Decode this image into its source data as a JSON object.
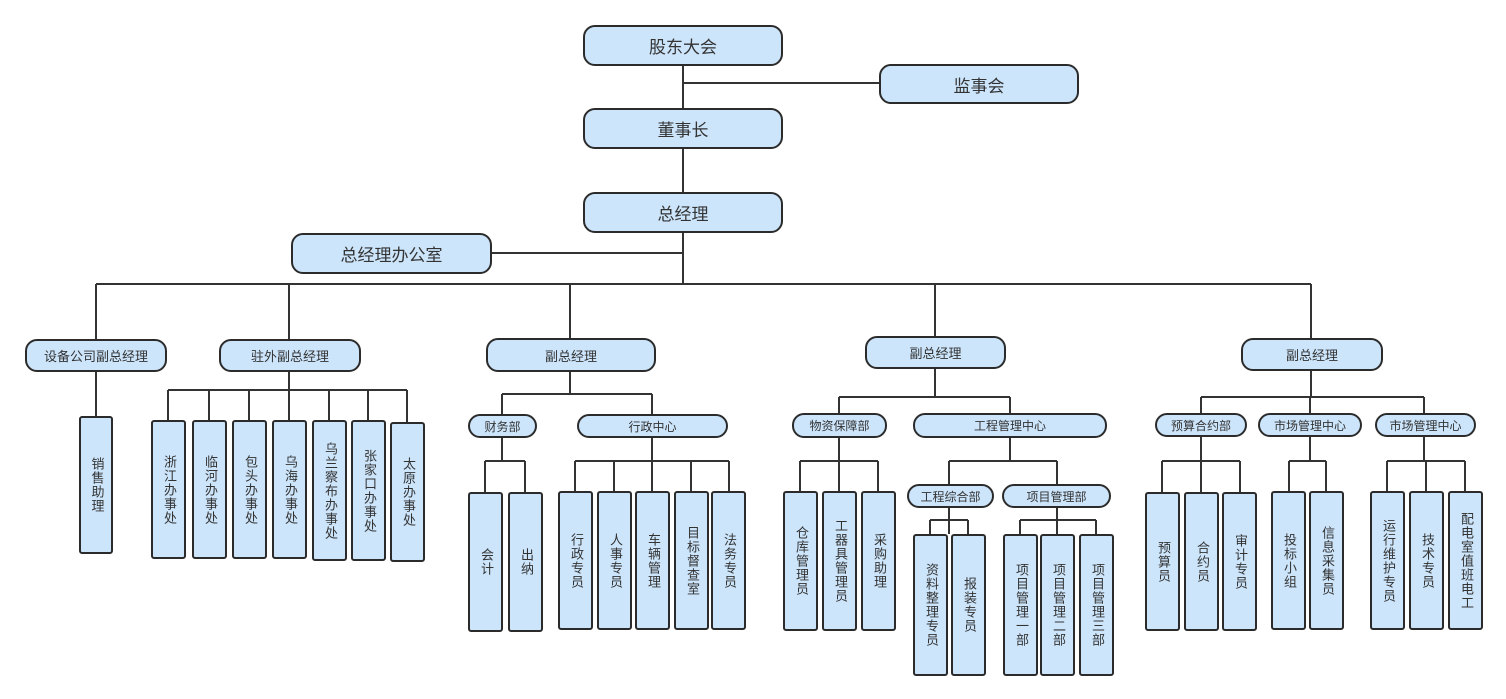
{
  "colors": {
    "node_fill": "#cce5fb",
    "node_border": "#2b2b2b",
    "line": "#333333"
  },
  "top": {
    "shareholders": "股东大会",
    "supervisors": "监事会",
    "chairman": "董事长",
    "gm": "总经理",
    "gm_office": "总经理办公室"
  },
  "branches": {
    "b1": {
      "title": "设备公司副总经理",
      "children": [
        "销售助理"
      ]
    },
    "b2": {
      "title": "驻外副总经理",
      "children": [
        "浙江办事处",
        "临河办事处",
        "包头办事处",
        "乌海办事处",
        "乌兰察布办事处",
        "张家口办事处",
        "太原办事处"
      ]
    },
    "b3": {
      "title": "副总经理",
      "finance": {
        "title": "财务部",
        "children": [
          "会计",
          "出纳"
        ]
      },
      "admin": {
        "title": "行政中心",
        "children": [
          "行政专员",
          "人事专员",
          "车辆管理",
          "目标督查室",
          "法务专员"
        ]
      }
    },
    "b4": {
      "title": "副总经理",
      "supply": {
        "title": "物资保障部",
        "children": [
          "仓库管理员",
          "工器具管理员",
          "采购助理"
        ]
      },
      "engineering": {
        "title": "工程管理中心",
        "general": {
          "title": "工程综合部",
          "children": [
            "资料整理专员",
            "报装专员"
          ]
        },
        "project": {
          "title": "项目管理部",
          "children": [
            "项目管理一部",
            "项目管理二部",
            "项目管理三部"
          ]
        }
      }
    },
    "b5": {
      "title": "副总经理",
      "budget": {
        "title": "预算合约部",
        "children": [
          "预算员",
          "合约员",
          "审计专员"
        ]
      },
      "market1": {
        "title": "市场管理中心",
        "children": [
          "投标小组",
          "信息采集员"
        ]
      },
      "market2": {
        "title": "市场管理中心",
        "children": [
          "运行维护专员",
          "技术专员",
          "配电室值班电工"
        ]
      }
    }
  }
}
